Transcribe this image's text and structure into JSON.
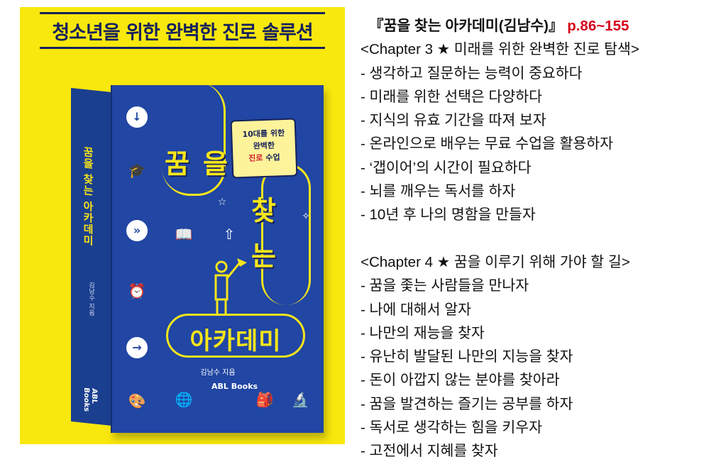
{
  "cover": {
    "tagline": "청소년을 위한 완벽한 진로 솔루션",
    "sticker_line1": "10대를 위한",
    "sticker_line2": "완벽한",
    "sticker_line3_red": "진로",
    "sticker_line3_rest": " 수업",
    "title_chars": [
      "꿈",
      "을",
      "찾",
      "는"
    ],
    "title_academy": "아카데미",
    "spine_title": "꿈을 찾는 아카데미",
    "spine_author": "김남수 지음",
    "author": "김남수 지음",
    "publisher": "ABL Books",
    "colors": {
      "background": "#f9e80d",
      "box": "#2146a3",
      "accent": "#f7e51b",
      "navy": "#16215c"
    }
  },
  "header": {
    "title": "『꿈을 찾는 아카데미(김남수)』",
    "pages": "p.86~155"
  },
  "chapters": [
    {
      "heading": "<Chapter 3 ★ 미래를 위한 완벽한 진로 탐색>",
      "items": [
        "- 생각하고 질문하는 능력이 중요하다",
        "- 미래를 위한 선택은 다양하다",
        "- 지식의 유효 기간을 따져 보자",
        "- 온라인으로 배우는 무료 수업을 활용하자",
        "- ‘갭이어’의 시간이 필요하다",
        "- 뇌를 깨우는 독서를 하자",
        "- 10년 후 나의 명함을 만들자"
      ]
    },
    {
      "heading": "<Chapter 4 ★ 꿈을 이루기 위해 가야 할 길>",
      "items": [
        "- 꿈을 좇는 사람들을 만나자",
        "- 나에 대해서 알자",
        "- 나만의 재능을 찾자",
        "- 유난히 발달된 나만의 지능을 찾자",
        "- 돈이 아깝지 않는 분야를 찾아라",
        "- 꿈을 발견하는 즐기는 공부를 하자",
        "- 독서로 생각하는 힘을 키우자",
        "- 고전에서 지혜를 찾자"
      ]
    }
  ]
}
